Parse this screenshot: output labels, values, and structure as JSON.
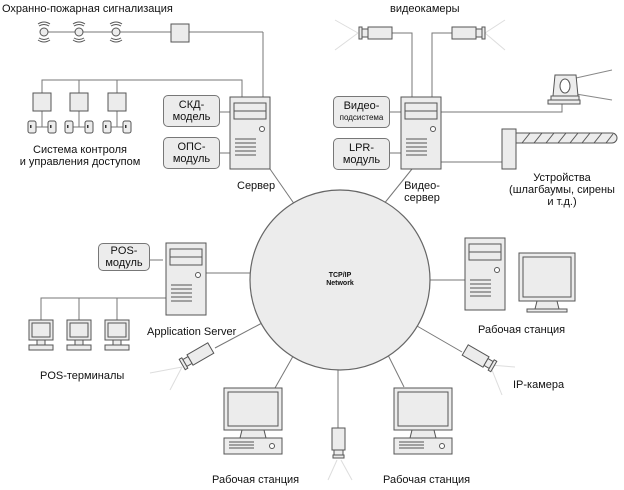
{
  "labels": {
    "fire_alarm": "Охранно-пожарная сигнализация",
    "video_cameras": "видеокамеры",
    "access_control_line1": "Система контроля",
    "access_control_line2": "и управления доступом",
    "server": "Сервер",
    "video_server_line1": "Видео-",
    "video_server_line2": "сервер",
    "devices_line1": "Устройства",
    "devices_line2": "(шлагбаумы, сирены",
    "devices_line3": "и т.д.)",
    "app_server": "Application Server",
    "pos_terminals": "POS-терминалы",
    "workstation_right": "Рабочая станция",
    "ip_camera": "IP-камера",
    "workstation_bottom_left": "Рабочая станция",
    "workstation_bottom_right": "Рабочая станция"
  },
  "network": {
    "line1": "TCP/IP",
    "line2": "Network"
  },
  "modules": {
    "skd": {
      "line1": "СКД-",
      "line2": "модель"
    },
    "ops": {
      "line1": "ОПС-",
      "line2": "модуль"
    },
    "video": {
      "line1": "Видео-",
      "line2": "подсистема"
    },
    "lpr": {
      "line1": "LPR-",
      "line2": "модуль"
    },
    "pos": {
      "line1": "POS-",
      "line2": "модуль"
    }
  },
  "colors": {
    "fill": "#ececec",
    "stroke": "#666666",
    "line": "#777777"
  }
}
